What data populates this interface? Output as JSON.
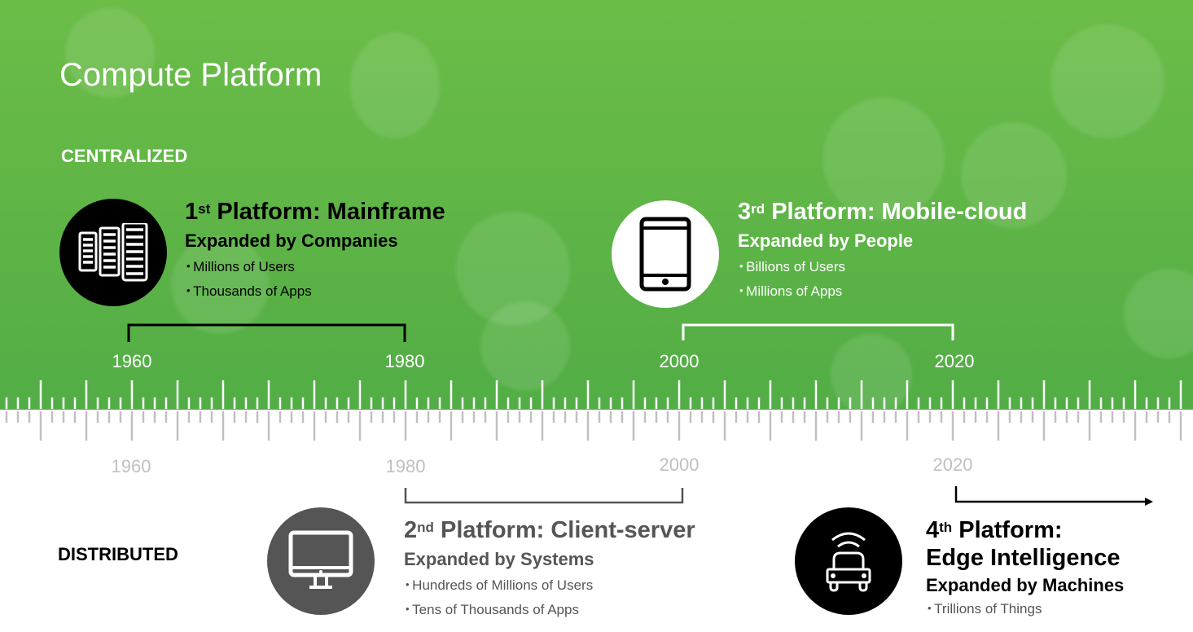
{
  "title": "Compute Platform",
  "sections": {
    "centralized": "CENTRALIZED",
    "distributed": "DISTRIBUTED"
  },
  "timeline": {
    "top_years": [
      "1960",
      "1980",
      "2000",
      "2020"
    ],
    "bottom_years": [
      "1960",
      "1980",
      "2000",
      "2020"
    ]
  },
  "platforms": [
    {
      "num": "1",
      "sup": "st",
      "title": " Platform: Mainframe",
      "sub": "Expanded by Companies",
      "bullets": [
        "Millions of Users",
        "Thousands of Apps"
      ],
      "icon": "mainframe-icon"
    },
    {
      "num": "2",
      "sup": "nd",
      "title": " Platform: Client-server",
      "sub": "Expanded by Systems",
      "bullets": [
        "Hundreds of Millions of Users",
        "Tens of Thousands of Apps"
      ],
      "icon": "monitor-icon"
    },
    {
      "num": "3",
      "sup": "rd",
      "title": " Platform: Mobile-cloud",
      "sub": "Expanded by People",
      "bullets": [
        "Billions of Users",
        "Millions of Apps"
      ],
      "icon": "tablet-icon"
    },
    {
      "num": "4",
      "sup": "th",
      "title": " Platform:",
      "title2": "Edge Intelligence",
      "sub": "Expanded by Machines",
      "bullets": [
        "Trillions of Things"
      ],
      "icon": "connected-car-icon"
    }
  ],
  "colors": {
    "green": "#5fb546",
    "gray": "#555555",
    "tick_gray": "#c0c0c0"
  }
}
